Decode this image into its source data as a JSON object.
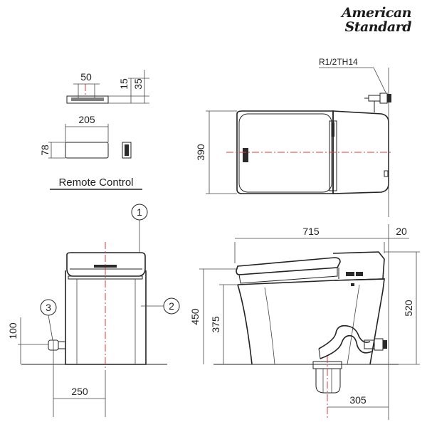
{
  "brand": {
    "line1": "American",
    "line2": "Standard"
  },
  "remote": {
    "title": "Remote Control",
    "dim_width": "205",
    "dim_height": "78",
    "dim_top_50": "50",
    "dim_top_15": "15",
    "dim_top_35": "35"
  },
  "top_view": {
    "dim_depth": "390",
    "pipe_label": "R1/2TH14"
  },
  "front_view": {
    "callout_1": "1",
    "callout_2": "2",
    "callout_3": "3",
    "dim_100": "100",
    "dim_250": "250"
  },
  "side_view": {
    "dim_715": "715",
    "dim_20": "20",
    "dim_520": "520",
    "dim_450": "450",
    "dim_375": "375",
    "dim_305": "305"
  },
  "colors": {
    "centerline": "#e23a3a",
    "ink": "#222222"
  }
}
